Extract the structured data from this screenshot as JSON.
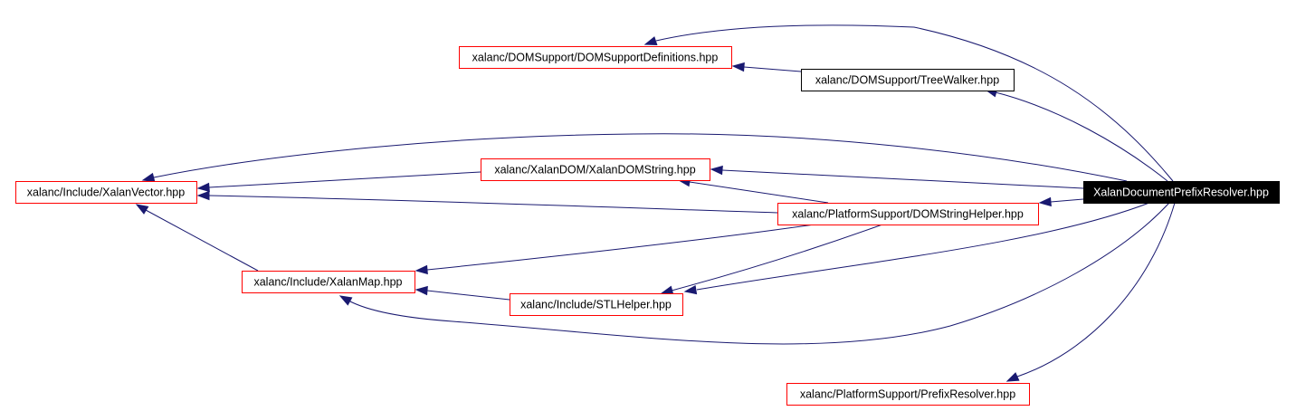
{
  "diagram": {
    "type": "include-dependency-graph",
    "colors": {
      "edge": "#191970",
      "linked_node_border": "#ff0000",
      "plain_node_border": "#000000",
      "root_fill": "#000000",
      "root_text": "#ffffff",
      "node_fill": "#ffffff",
      "node_text": "#000000"
    },
    "nodes": [
      {
        "id": "root",
        "label": "XalanDocumentPrefixResolver.hpp",
        "style": "root"
      },
      {
        "id": "domsupportdefs",
        "label": "xalanc/DOMSupport/DOMSupportDefinitions.hpp",
        "style": "linked"
      },
      {
        "id": "treewalker",
        "label": "xalanc/DOMSupport/TreeWalker.hpp",
        "style": "plain"
      },
      {
        "id": "xalanvector",
        "label": "xalanc/Include/XalanVector.hpp",
        "style": "linked"
      },
      {
        "id": "xalandomstring",
        "label": "xalanc/XalanDOM/XalanDOMString.hpp",
        "style": "linked"
      },
      {
        "id": "domstringhelper",
        "label": "xalanc/PlatformSupport/DOMStringHelper.hpp",
        "style": "linked"
      },
      {
        "id": "xalanmap",
        "label": "xalanc/Include/XalanMap.hpp",
        "style": "linked"
      },
      {
        "id": "stlhelper",
        "label": "xalanc/Include/STLHelper.hpp",
        "style": "linked"
      },
      {
        "id": "prefixresolver",
        "label": "xalanc/PlatformSupport/PrefixResolver.hpp",
        "style": "linked"
      }
    ],
    "edges": [
      {
        "from": "root",
        "to": "domsupportdefs"
      },
      {
        "from": "root",
        "to": "treewalker"
      },
      {
        "from": "treewalker",
        "to": "domsupportdefs"
      },
      {
        "from": "root",
        "to": "xalanvector"
      },
      {
        "from": "root",
        "to": "xalandomstring"
      },
      {
        "from": "root",
        "to": "domstringhelper"
      },
      {
        "from": "root",
        "to": "stlhelper"
      },
      {
        "from": "root",
        "to": "xalanmap"
      },
      {
        "from": "root",
        "to": "prefixresolver"
      },
      {
        "from": "xalandomstring",
        "to": "xalanvector"
      },
      {
        "from": "domstringhelper",
        "to": "xalanvector"
      },
      {
        "from": "domstringhelper",
        "to": "xalandomstring"
      },
      {
        "from": "domstringhelper",
        "to": "xalanmap"
      },
      {
        "from": "domstringhelper",
        "to": "stlhelper"
      },
      {
        "from": "xalanmap",
        "to": "xalanvector"
      },
      {
        "from": "stlhelper",
        "to": "xalanmap"
      }
    ]
  }
}
